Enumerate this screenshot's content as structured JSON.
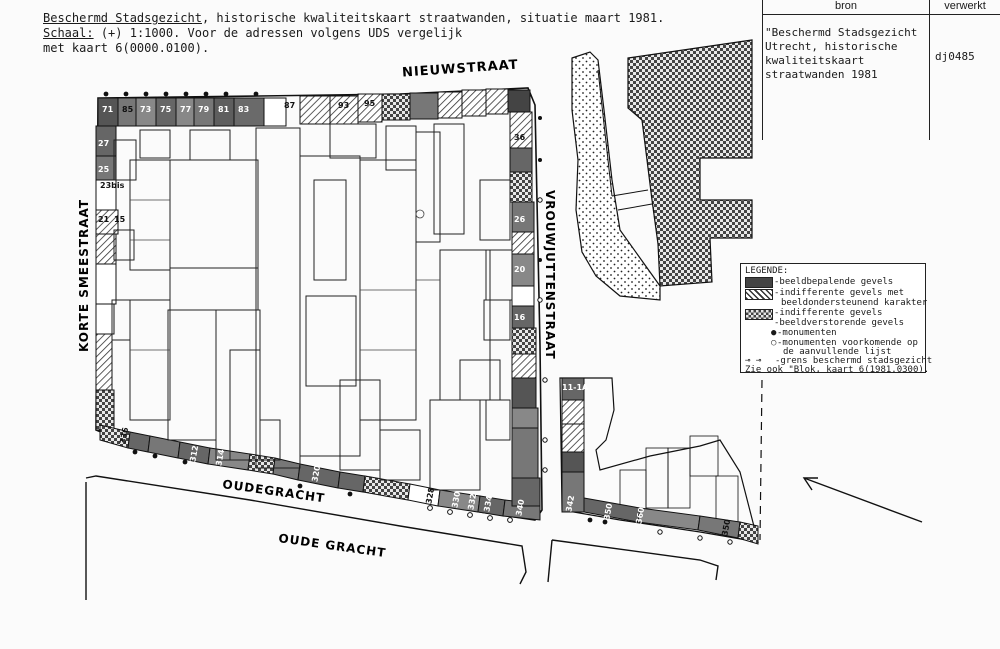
{
  "header": {
    "line1_title": "Beschermd Stadsgezicht",
    "line1_rest": ", historische kwaliteitskaart straatwanden, situatie maart 1981.",
    "line2_label": "Schaal:",
    "line2_symbol": "(+)",
    "line2_rest": " 1:1000. Voor de adressen volgens UDS vergelijk",
    "line3": "met kaart 6(0000.0100)."
  },
  "metadata": {
    "col_bron": "bron",
    "col_verwerkt": "verwerkt",
    "bron_line1": "\"Beschermd Stadsgezicht",
    "bron_line2": "Utrecht, historische",
    "bron_line3": "kwaliteitskaart",
    "bron_line4": "straatwanden 1981",
    "verwerkt_code": "dj0485"
  },
  "streets": {
    "nieuwstraat": "NIEUWSTRAAT",
    "korte_smeestraat": "KORTE SMEESTRAAT",
    "vrouwjuttenstraat": "VROUWJUTTENSTRAAT",
    "oudegracht": "OUDEGRACHT",
    "oude_gracht": "OUDE GRACHT"
  },
  "house_numbers": {
    "n71": "71",
    "n73": "73",
    "n75": "75",
    "n77": "77",
    "n79": "79",
    "n81": "81",
    "n83": "83",
    "n85": "85",
    "n87": "87",
    "n93": "93",
    "n95": "95",
    "n27": "27",
    "n25": "25",
    "n23bis": "23bis",
    "n15": "15",
    "n21": "21",
    "n336": "336",
    "n312": "312",
    "n314": "314",
    "n320": "320",
    "n330": "330",
    "n332": "332",
    "n334": "334",
    "n328": "328",
    "n340": "340",
    "n342": "342",
    "n350": "350",
    "n360": "360",
    "n350b": "350",
    "n11_1a": "11-1A",
    "v_a": "36",
    "v_b": "26",
    "v_c": "20",
    "v_d": "16"
  },
  "legend": {
    "title": "LEGENDE:",
    "item1": "-beeldbepalende gevels",
    "item2a": "-indifferente gevels met",
    "item2b": "beeldondersteunend karakter",
    "item3": "-indifferente gevels",
    "item4": "-beeldverstorende gevels",
    "item5": "-monumenten",
    "item6a": "-monumenten voorkomende op",
    "item6b": "de aanvullende lijst",
    "item7": "-grens beschermd stadsgezicht",
    "item8": "Zie ook \"Blok, kaart 6(1981.0300)."
  }
}
